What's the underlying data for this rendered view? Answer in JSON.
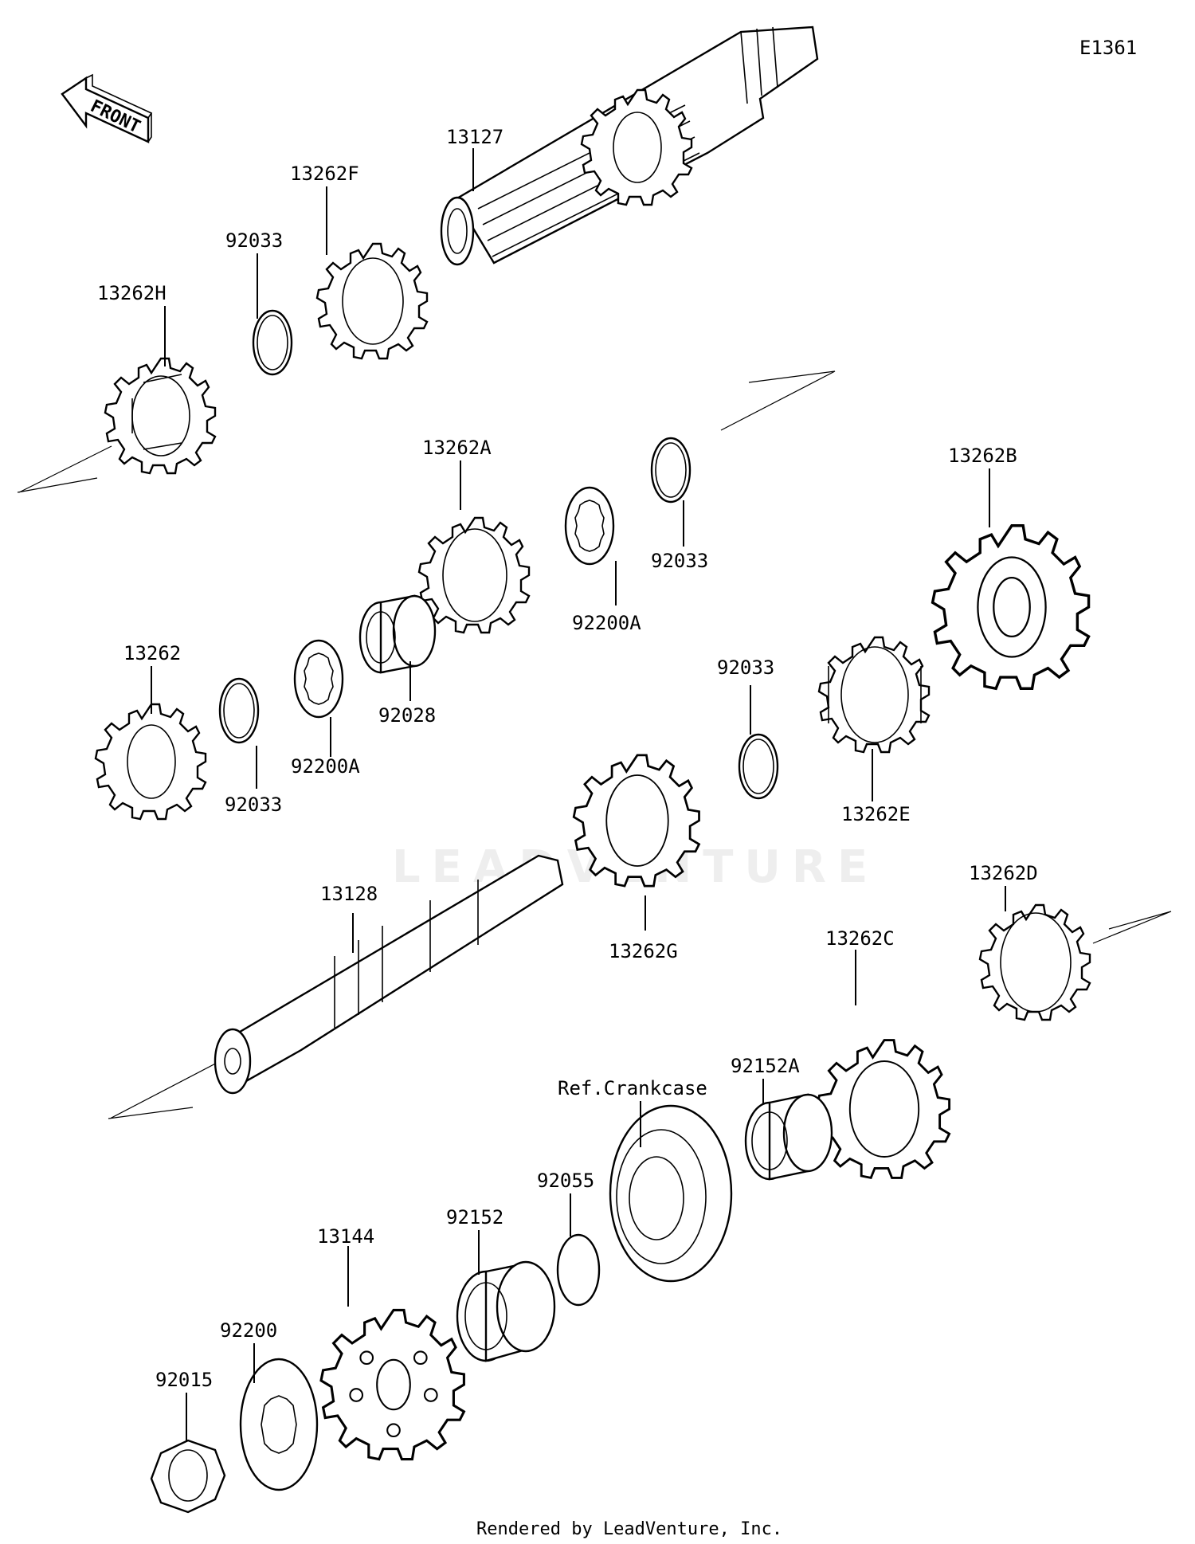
{
  "diagram_code": "E1361",
  "front_arrow_label": "FRONT",
  "watermark": "LEADVENTURE",
  "credit": "Rendered by LeadVenture, Inc.",
  "parts": [
    {
      "id": "13262H",
      "label": "13262H"
    },
    {
      "id": "92033a",
      "label": "92033"
    },
    {
      "id": "13262F",
      "label": "13262F"
    },
    {
      "id": "13127",
      "label": "13127"
    },
    {
      "id": "13262A",
      "label": "13262A"
    },
    {
      "id": "92200Aa",
      "label": "92200A"
    },
    {
      "id": "92033b",
      "label": "92033"
    },
    {
      "id": "13262B",
      "label": "13262B"
    },
    {
      "id": "13262",
      "label": "13262"
    },
    {
      "id": "92033c",
      "label": "92033"
    },
    {
      "id": "92200Ab",
      "label": "92200A"
    },
    {
      "id": "92028",
      "label": "92028"
    },
    {
      "id": "92033d",
      "label": "92033"
    },
    {
      "id": "13262E",
      "label": "13262E"
    },
    {
      "id": "13262G",
      "label": "13262G"
    },
    {
      "id": "13128",
      "label": "13128"
    },
    {
      "id": "13262D",
      "label": "13262D"
    },
    {
      "id": "13262C",
      "label": "13262C"
    },
    {
      "id": "92152A",
      "label": "92152A"
    },
    {
      "id": "RefCrankcase",
      "label": "Ref.Crankcase"
    },
    {
      "id": "92055",
      "label": "92055"
    },
    {
      "id": "13144",
      "label": "13144"
    },
    {
      "id": "92152",
      "label": "92152"
    },
    {
      "id": "92200",
      "label": "92200"
    },
    {
      "id": "92015",
      "label": "92015"
    }
  ]
}
